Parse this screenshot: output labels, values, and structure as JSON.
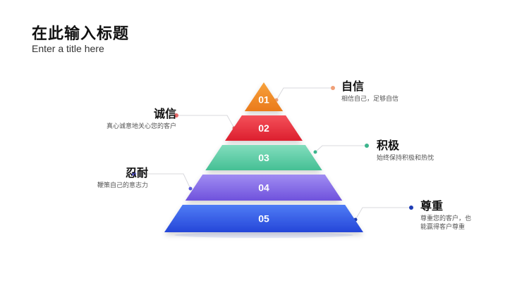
{
  "header": {
    "title": "在此输入标题",
    "subtitle": "Enter a title here"
  },
  "tiers": [
    {
      "number": "01",
      "title": "自信",
      "desc_lines": [
        "相信自己，足够自信"
      ],
      "side": "right",
      "color_top": "#f7a23c",
      "color_bottom": "#ea7a1b",
      "dot_color": "#f0a078"
    },
    {
      "number": "02",
      "title": "诚信",
      "desc_lines": [
        "真心诚意地关心您的客户"
      ],
      "side": "left",
      "color_top": "#f4505a",
      "color_bottom": "#dc1f2e",
      "dot_color": "#e66a6a"
    },
    {
      "number": "03",
      "title": "积极",
      "desc_lines": [
        "始终保持积极和热忱"
      ],
      "side": "right",
      "color_top": "#82ddbd",
      "color_bottom": "#45bf94",
      "dot_color": "#3cb48c"
    },
    {
      "number": "04",
      "title": "忍耐",
      "desc_lines": [
        "鞭策自己的意志力"
      ],
      "side": "left",
      "color_top": "#a08cf2",
      "color_bottom": "#6f52dc",
      "dot_color": "#5a5adc"
    },
    {
      "number": "05",
      "title": "尊重",
      "desc_lines": [
        "尊重您的客户，也",
        "能赢得客户尊重"
      ],
      "side": "right",
      "color_top": "#4f7cf5",
      "color_bottom": "#2546d8",
      "dot_color": "#1e3cb4"
    }
  ]
}
